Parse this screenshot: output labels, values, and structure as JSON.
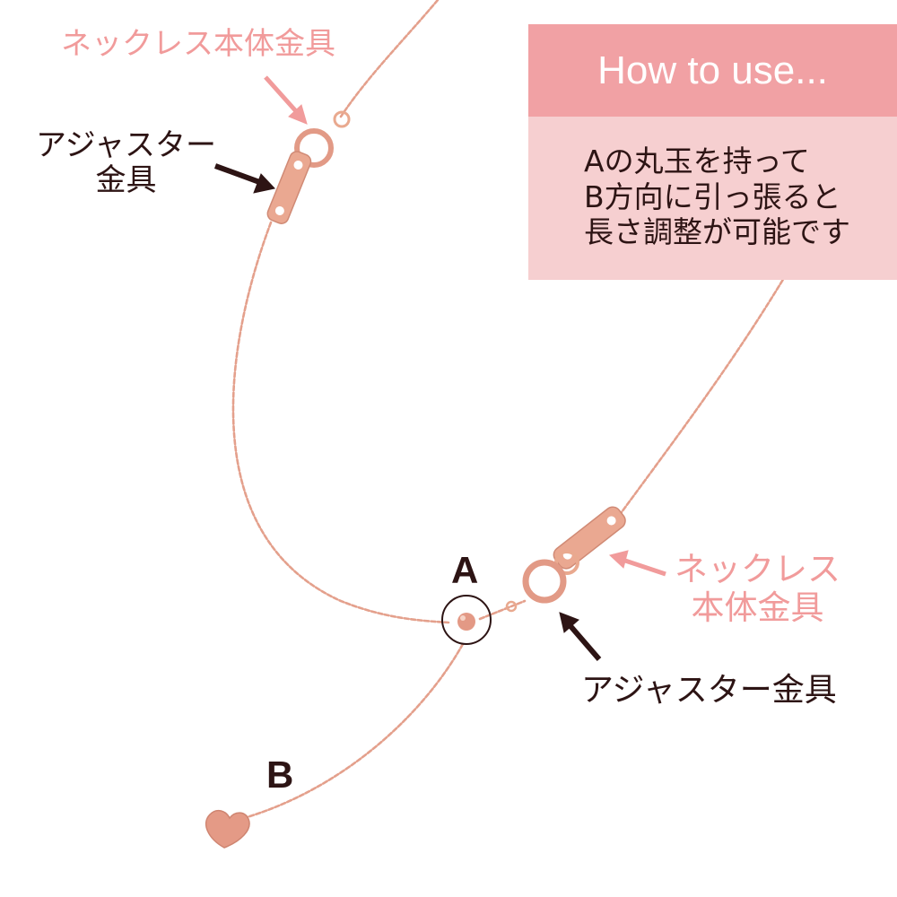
{
  "labels": {
    "necklace_clasp_top": "ネックレス本体金具",
    "adjuster_clasp_top_line1": "アジャスター",
    "adjuster_clasp_top_line2": "金具",
    "necklace_clasp_right_line1": "ネックレス",
    "necklace_clasp_right_line2": "本体金具",
    "adjuster_clasp_bottom": "アジャスター金具",
    "point_a": "A",
    "point_b": "B"
  },
  "howto": {
    "title": "How to use...",
    "lines": [
      "Aの丸玉を持って",
      "B方向に引っ張ると",
      "長さ調整が可能です"
    ]
  },
  "colors": {
    "header_bg": "#f1a1a4",
    "body_bg": "#f6cfd0",
    "chain": "#e4a08c",
    "metal": "#e9a98f",
    "pink_text": "#f19b9b",
    "dark_text": "#2d1414"
  }
}
